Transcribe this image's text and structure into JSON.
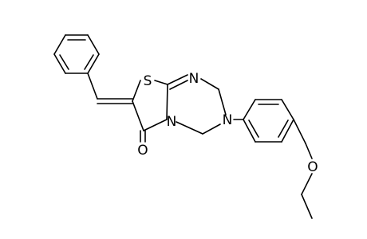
{
  "molecule": {
    "atoms": {
      "sulfur": "S",
      "ring_nitrogen_top": "N",
      "ring_nitrogen_fused": "N",
      "ring_nitrogen_aryl": "N",
      "carbonyl_oxygen": "O",
      "ether_oxygen": "O"
    },
    "colors": {
      "bond": "#000000",
      "label": "#000000",
      "background": "#ffffff"
    }
  }
}
